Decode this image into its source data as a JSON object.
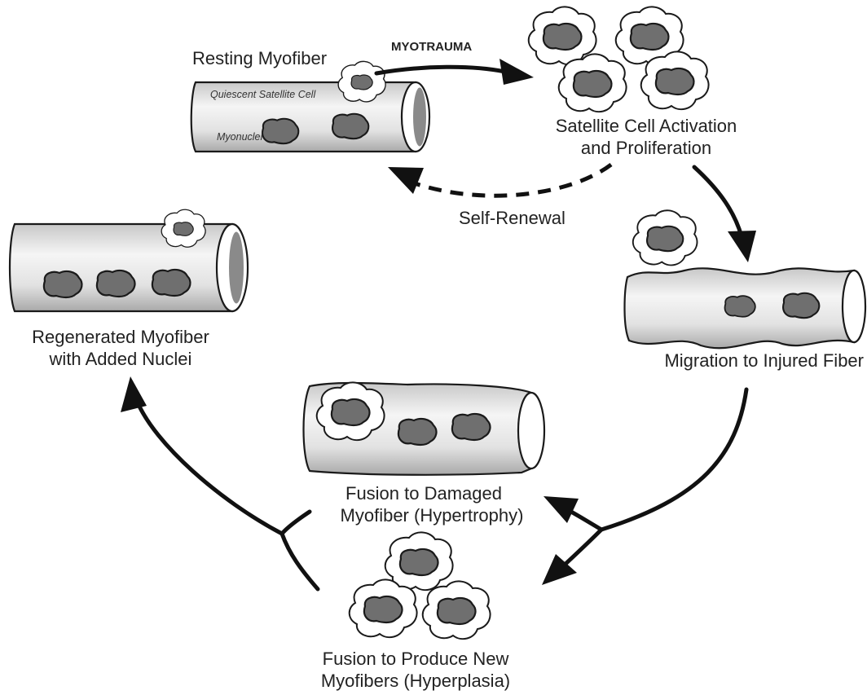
{
  "diagram": {
    "labels": {
      "resting_myofiber": "Resting Myofiber",
      "myotrauma": "MYOTRAUMA",
      "quiescent_satellite_cell": "Quiescent Satellite Cell",
      "myonuclei": "Myonuclei",
      "activation_line1": "Satellite Cell Activation",
      "activation_line2": "and Proliferation",
      "self_renewal": "Self-Renewal",
      "migration": "Migration to Injured Fiber",
      "regenerated_line1": "Regenerated Myofiber",
      "regenerated_line2": "with Added Nuclei",
      "fusion_damaged_line1": "Fusion to Damaged",
      "fusion_damaged_line2": "Myofiber (Hypertrophy)",
      "fusion_new_line1": "Fusion to Produce New",
      "fusion_new_line2": "Myofibers (Hyperplasia)"
    },
    "colors": {
      "outline": "#1a1a1a",
      "nucleus_fill": "#6f6f6f",
      "fiber_light": "#f4f4f4",
      "fiber_shade": "#c4c4c4"
    }
  }
}
